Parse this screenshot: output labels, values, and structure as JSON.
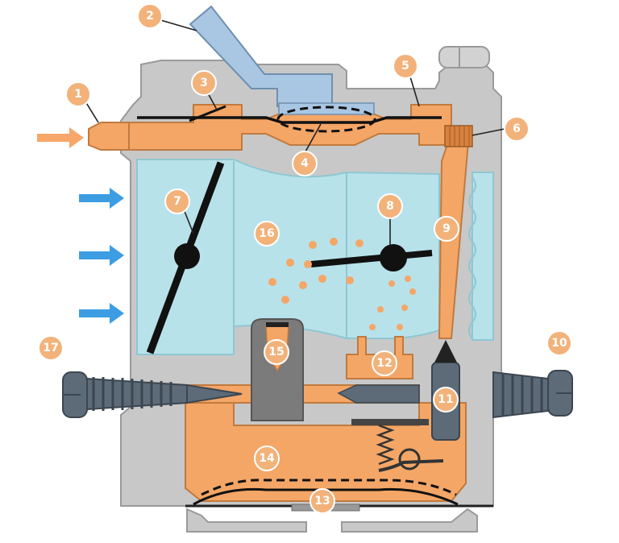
{
  "colors": {
    "body": "#c8c8c8",
    "body_dark": "#8d8d8d",
    "fuel": "#f4a667",
    "fuel_dark": "#e08c48",
    "air": "#b8e2ea",
    "air_line": "#8fc7d3",
    "steel": "#5d6b78",
    "blue_arrow": "#3d9de3",
    "orange_arrow": "#f7a76a",
    "badge": "#f2b27a"
  },
  "labels": [
    {
      "id": "1",
      "text": "1"
    },
    {
      "id": "2",
      "text": "2"
    },
    {
      "id": "3",
      "text": "3"
    },
    {
      "id": "4",
      "text": "4"
    },
    {
      "id": "5",
      "text": "5"
    },
    {
      "id": "6",
      "text": "6"
    },
    {
      "id": "7",
      "text": "7"
    },
    {
      "id": "8",
      "text": "8"
    },
    {
      "id": "9",
      "text": "9"
    },
    {
      "id": "10",
      "text": "10"
    },
    {
      "id": "11",
      "text": "11"
    },
    {
      "id": "12",
      "text": "12"
    },
    {
      "id": "13",
      "text": "13"
    },
    {
      "id": "14",
      "text": "14"
    },
    {
      "id": "15",
      "text": "15"
    },
    {
      "id": "16",
      "text": "16"
    },
    {
      "id": "17",
      "text": "17"
    }
  ]
}
